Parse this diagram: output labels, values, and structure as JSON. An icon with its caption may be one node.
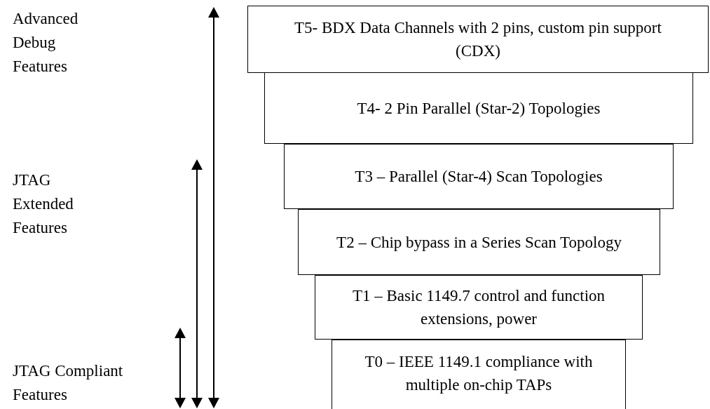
{
  "diagram": {
    "nodes": [
      {
        "text": [
          "T5- BDX Data Channels with 2 pins, custom pin support (CDX)"
        ]
      },
      {
        "text": [
          "T4- 2 Pin Parallel (Star-2) Topologies"
        ]
      },
      {
        "text": [
          "T3 – Parallel (Star-4) Scan Topologies"
        ]
      },
      {
        "text": [
          "T2 – Chip bypass in a Series Scan Topology"
        ]
      },
      {
        "text": [
          "T1 – Basic 1149.7 control and function extensions, power"
        ]
      },
      {
        "text": [
          "T0 – IEEE 1149.1 compliance with multiple on-chip TAPs"
        ]
      }
    ],
    "labels": [
      "Advanced Debug Features",
      "JTAG Extended Features",
      "JTAG Compliant Features"
    ]
  }
}
